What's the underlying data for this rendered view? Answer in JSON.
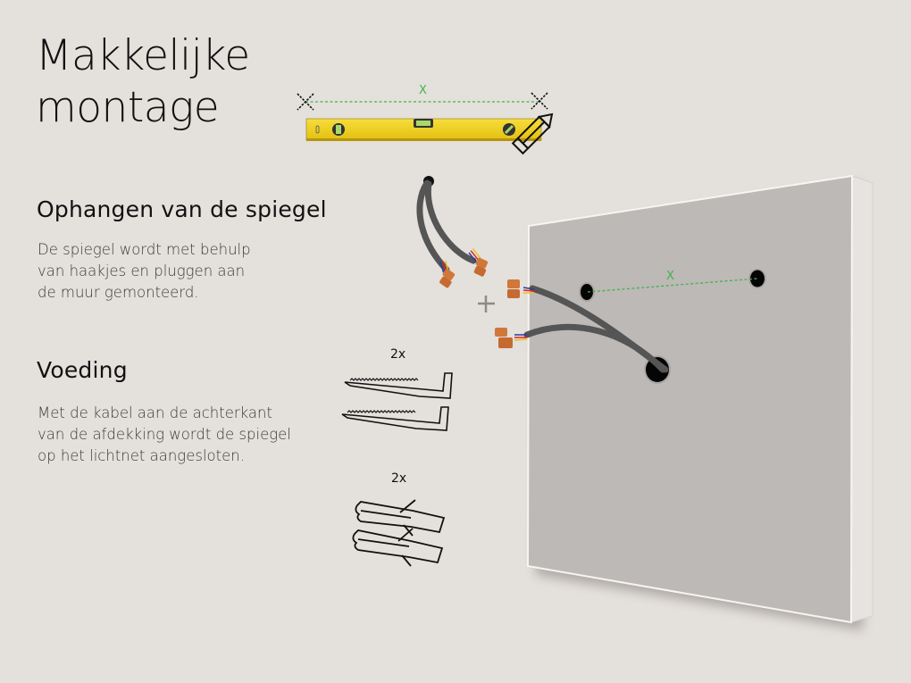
{
  "title": {
    "line1": "Makkelijke",
    "line2": "montage"
  },
  "sections": [
    {
      "heading": "Ophangen van de spiegel",
      "body_lines": [
        "De spiegel wordt met behulp",
        "van haakjes en pluggen aan",
        "de muur gemonteerd."
      ]
    },
    {
      "heading": "Voeding",
      "body_lines": [
        "Met de kabel aan de achterkant",
        "van de afdekking wordt de spiegel",
        "op het lichtnet aangesloten."
      ]
    }
  ],
  "parts": {
    "hooks_qty": "2x",
    "plugs_qty": "2x"
  },
  "measure": {
    "level_label": "X",
    "mirror_label": "X"
  },
  "colors": {
    "background": "#e4e0dc",
    "mirror_face": "#bdb9b6",
    "level_yellow": "#f2d22a",
    "guide_green": "#3fb54a",
    "cable": "#5a5a5a",
    "connector": "#d0773a"
  }
}
